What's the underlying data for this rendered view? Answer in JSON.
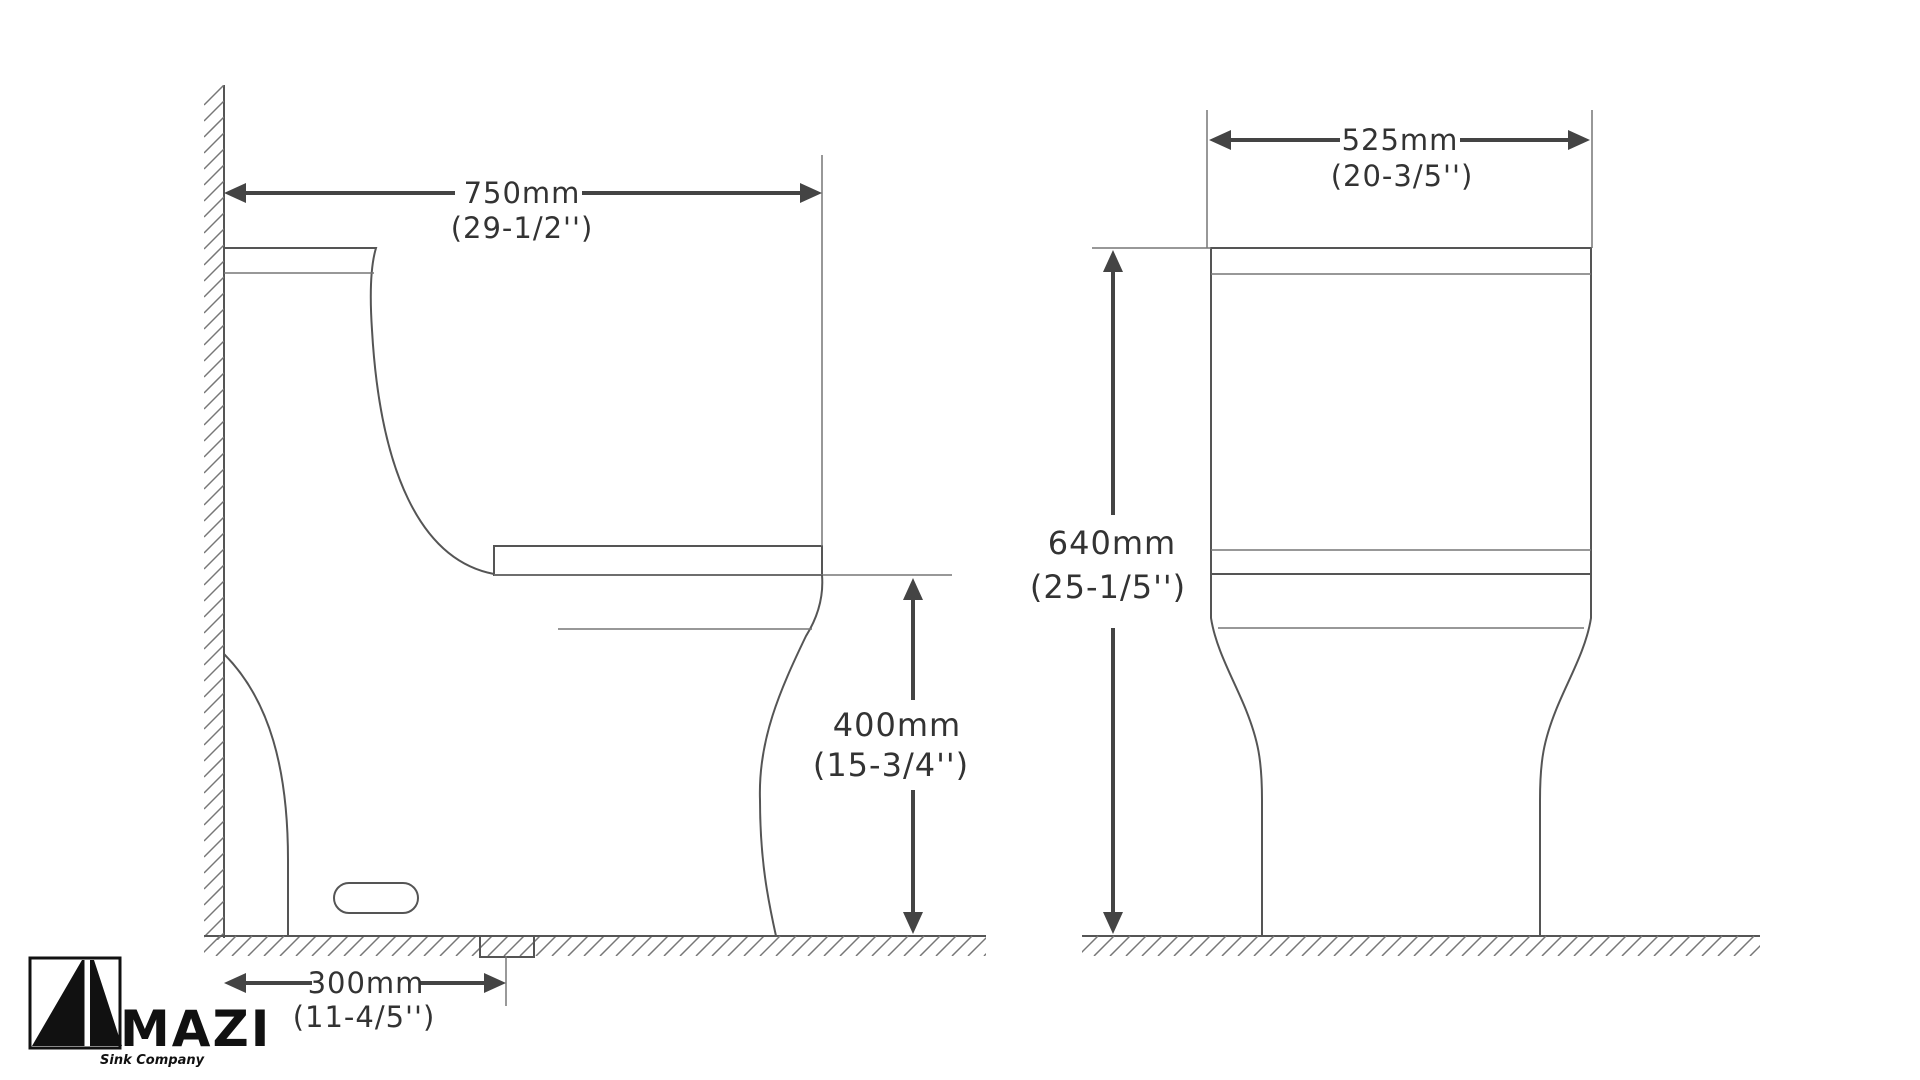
{
  "side_view": {
    "length": {
      "mm": "750mm",
      "inch": "(29-1/2'')"
    },
    "seat_height": {
      "mm": "400mm",
      "inch": "(15-3/4'')"
    },
    "rough_in": {
      "mm": "300mm",
      "inch": "(11-4/5'')"
    }
  },
  "front_view": {
    "width": {
      "mm": "525mm",
      "inch": "(20-3/5'')"
    },
    "height": {
      "mm": "640mm",
      "inch": "(25-1/5'')"
    }
  },
  "logo": {
    "word": "MAZI",
    "sub": "Sink Company"
  }
}
